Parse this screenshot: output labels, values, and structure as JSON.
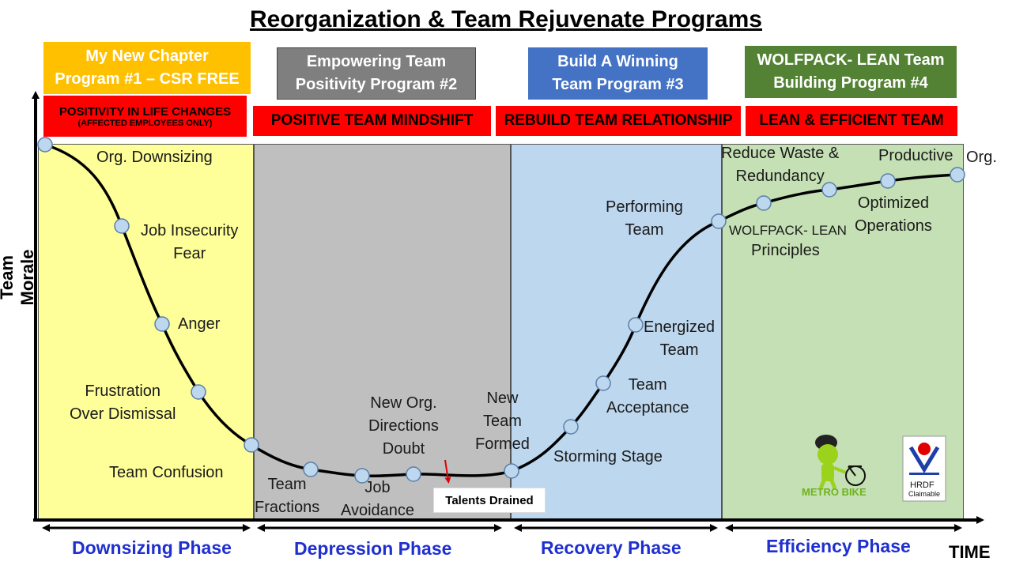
{
  "title": "Reorganization & Team Rejuvenate Programs",
  "programs": [
    {
      "line1": "My New Chapter",
      "line2": "Program #1 – CSR FREE",
      "color": "#ffc000"
    },
    {
      "line1": "Empowering Team",
      "line2": "Positivity Program #2",
      "color": "#7f7f7f"
    },
    {
      "line1": "Build A Winning",
      "line2": "Team Program #3",
      "color": "#4472c4"
    },
    {
      "line1": "WOLFPACK- LEAN Team",
      "line2": "Building Program #4",
      "color": "#548235"
    }
  ],
  "focus": {
    "p1_line1": "POSITIVITY IN LIFE CHANGES",
    "p1_line2": "(AFFECTED EMPLOYEES ONLY)",
    "p2": "POSITIVE TEAM MINDSHIFT",
    "p3": "REBUILD TEAM RELATIONSHIP",
    "p4": "LEAN & EFFICIENT TEAM"
  },
  "phases": [
    {
      "name": "Downsizing Phase",
      "color": "#ffff99"
    },
    {
      "name": "Depression  Phase",
      "color": "#bfbfbf"
    },
    {
      "name": "Recovery Phase",
      "color": "#bdd7ee"
    },
    {
      "name": "Efficiency Phase",
      "color": "#c5e0b4"
    }
  ],
  "axes": {
    "y": "Team Morale",
    "x": "TIME"
  },
  "stages": {
    "org_downsizing": "Org. Downsizing",
    "job_insecurity": [
      "Job Insecurity",
      "Fear"
    ],
    "anger": "Anger",
    "frustration": [
      "Frustration",
      "Over Dismissal"
    ],
    "team_confusion": "Team Confusion",
    "team_fractions": [
      "Team",
      "Fractions"
    ],
    "job_avoidance": [
      "Job",
      "Avoidance"
    ],
    "doubt": [
      "New Org.",
      "Directions",
      "Doubt"
    ],
    "new_team": [
      "New",
      "Team",
      "Formed"
    ],
    "storming": "Storming Stage",
    "acceptance": [
      "Team",
      "Acceptance"
    ],
    "energized": [
      "Energized",
      "Team"
    ],
    "performing": [
      "Performing",
      "Team"
    ],
    "wolfpack": "WOLFPACK- LEAN",
    "principles": "Principles",
    "reduce_waste": [
      "Reduce Waste &",
      "Redundancy"
    ],
    "optimized": [
      "Optimized",
      "Operations"
    ],
    "productive": "Productive",
    "org": "Org."
  },
  "talents_drained": "Talents Drained",
  "logos": {
    "metro_bike": "METRO BIKE",
    "hrdf": "HRDF",
    "hrdf_sub": "Claimable"
  },
  "curve_color": "#000000",
  "dot_color": "#bdd7ee"
}
